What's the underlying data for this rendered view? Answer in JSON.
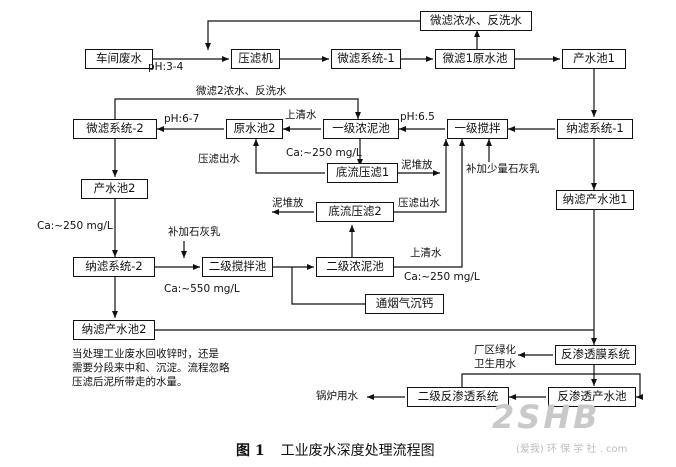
{
  "boxes": {
    "workshop": "车间废水",
    "filter_press": "压滤机",
    "microfilter1": "微滤系统-1",
    "microfilter1_raw_tank": "微滤1原水池",
    "product_tank1": "产水池1",
    "mf_concentrate_backwash": "微滤浓水、反洗水",
    "microfilter2": "微滤系统-2",
    "raw_tank2": "原水池2",
    "primary_thickener": "一级浓泥池",
    "primary_mixing": "一级搅拌",
    "nanofilter1": "纳滤系统-1",
    "bottom_press1": "底流压滤1",
    "product_tank2": "产水池2",
    "bottom_press2": "底流压滤2",
    "nf_product_tank1": "纳滤产水池1",
    "nanofilter2": "纳滤系统-2",
    "secondary_mixing": "二级搅拌池",
    "secondary_thickener": "二级浓泥池",
    "flue_gas_precip": "通烟气沉钙",
    "nf_product_tank2": "纳滤产水池2",
    "ro_membrane": "反渗透膜系统",
    "ro_product_tank": "反渗透产水池",
    "secondary_ro": "二级反渗透系统"
  },
  "labels": {
    "ph_34": "pH:3-4",
    "mf2_concentrate": "微滤2浓水、反洗水",
    "ph_67": "pH:6-7",
    "supernatant1": "上清水",
    "ph_65": "pH:6.5",
    "ca_250_a": "Ca:~250 mg/L",
    "press_water1": "压滤出水",
    "mud_stack1": "泥堆放",
    "add_lime_small": "补加少量石灰乳",
    "mud_stack2": "泥堆放",
    "press_water2": "压滤出水",
    "ca_250_b": "Ca:~250 mg/L",
    "add_lime": "补加石灰乳",
    "supernatant2": "上清水",
    "ca_550": "Ca:~550 mg/L",
    "ca_250_c": "Ca:~250 mg/L",
    "greening_line1": "厂区绿化",
    "greening_line2": "卫生用水",
    "boiler_water": "锅炉用水"
  },
  "note": {
    "line1": "当处理工业废水回收锌时，还是",
    "line2": "需要分段来中和、沉淀。流程忽略",
    "line3": "压滤后泥所带走的水量。"
  },
  "caption": {
    "number": "图 1",
    "title": "工业废水深度处理流程图"
  },
  "watermark": {
    "word": "2SHB",
    "sub": "(爱我) 环 保 学 社 . com"
  },
  "colors": {
    "line": "#111111",
    "watermark": "#c9c9c9"
  }
}
